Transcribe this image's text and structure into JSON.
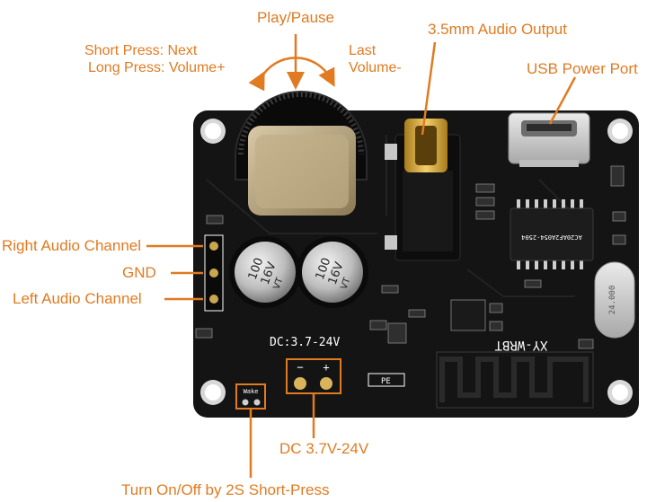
{
  "callouts": {
    "play_pause": "Play/Pause",
    "short_press": "Short Press: Next",
    "long_press": "Long Press: Volume+",
    "last": "Last",
    "volume_minus": "Volume-",
    "audio_output": "3.5mm Audio Output",
    "usb_power": "USB Power Port",
    "right_channel": "Right Audio Channel",
    "gnd": "GND",
    "left_channel": "Left Audio Channel",
    "dc_power": "DC 3.7V-24V",
    "wake": "Turn On/Off by 2S Short-Press"
  },
  "board": {
    "cap_left_top": "100",
    "cap_left_bottom": "16V",
    "cap_left_mark": "VT",
    "cap_right_top": "100",
    "cap_right_bottom": "16V",
    "cap_right_mark": "VT",
    "dc_label": "DC:3.7-24V",
    "model": "XY-WRBT",
    "chip_text": "AC20AF2A054-2504",
    "crystal_text": "24.000",
    "wake_label": "Wake",
    "pe_label": "PE",
    "minus": "−",
    "plus": "+"
  },
  "colors": {
    "accent": "#e07b22",
    "pcb": "#141414",
    "trace": "#1e1e1e",
    "silkscreen": "#ffffff"
  }
}
